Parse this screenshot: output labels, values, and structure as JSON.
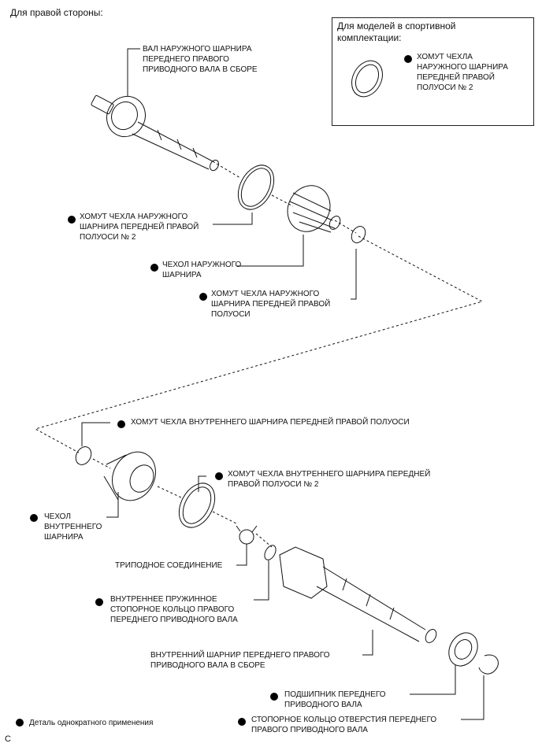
{
  "header": {
    "title": "Для правой стороны:"
  },
  "sport_box": {
    "title": "Для моделей в спортивной\nкомплектации:",
    "part_label": "ХОМУТ ЧЕХЛА\nНАРУЖНОГО ШАРНИРА\nПЕРЕДНЕЙ ПРАВОЙ\nПОЛУОСИ № 2",
    "part_single_use": true
  },
  "parts": [
    {
      "id": "outer-joint-shaft",
      "label": "ВАЛ НАРУЖНОГО ШАРНИРА\nПЕРЕДНЕГО ПРАВОГО\nПРИВОДНОГО ВАЛА В СБОРЕ",
      "single_use": false
    },
    {
      "id": "outer-boot-clamp-2",
      "label": "ХОМУТ ЧЕХЛА НАРУЖНОГО\nШАРНИРА ПЕРЕДНЕЙ ПРАВОЙ\nПОЛУОСИ № 2",
      "single_use": true
    },
    {
      "id": "outer-boot",
      "label": "ЧЕХОЛ НАРУЖНОГО\nШАРНИРА",
      "single_use": true
    },
    {
      "id": "outer-boot-clamp",
      "label": "ХОМУТ ЧЕХЛА НАРУЖНОГО\nШАРНИРА ПЕРЕДНЕЙ ПРАВОЙ\nПОЛУОСИ",
      "single_use": true
    },
    {
      "id": "inner-boot-clamp",
      "label": "ХОМУТ ЧЕХЛА ВНУТРЕННЕГО ШАРНИРА ПЕРЕДНЕЙ ПРАВОЙ ПОЛУОСИ",
      "single_use": true
    },
    {
      "id": "inner-boot-clamp-2",
      "label": "ХОМУТ ЧЕХЛА ВНУТРЕННЕГО ШАРНИРА ПЕРЕДНЕЙ\nПРАВОЙ ПОЛУОСИ № 2",
      "single_use": true
    },
    {
      "id": "inner-boot",
      "label": "ЧЕХОЛ\nВНУТРЕННЕГО\nШАРНИРА",
      "single_use": true
    },
    {
      "id": "tripod-joint",
      "label": "ТРИПОДНОЕ СОЕДИНЕНИЕ",
      "single_use": false
    },
    {
      "id": "inner-snap-ring",
      "label": "ВНУТРЕННЕЕ ПРУЖИННОЕ\nСТОПОРНОЕ КОЛЬЦО ПРАВОГО\nПЕРЕДНЕГО ПРИВОДНОГО ВАЛА",
      "single_use": true
    },
    {
      "id": "inner-joint-assembly",
      "label": "ВНУТРЕННИЙ ШАРНИР ПЕРЕДНЕГО ПРАВОГО\nПРИВОДНОГО ВАЛА В СБОРЕ",
      "single_use": false
    },
    {
      "id": "bearing",
      "label": "ПОДШИПНИК ПЕРЕДНЕГО\nПРИВОДНОГО ВАЛА",
      "single_use": true
    },
    {
      "id": "hole-snap-ring",
      "label": "СТОПОРНОЕ КОЛЬЦО ОТВЕРСТИЯ ПЕРЕДНЕГО\nПРАВОГО ПРИВОДНОГО ВАЛА",
      "single_use": true
    }
  ],
  "legend": {
    "label": "Деталь однократного применения"
  },
  "footer": {
    "code": "C"
  }
}
